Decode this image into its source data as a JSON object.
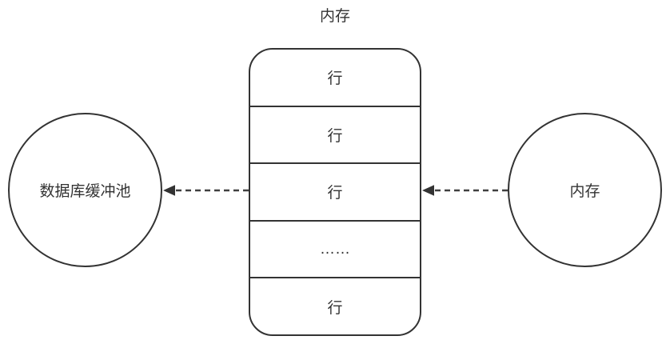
{
  "diagram": {
    "title": "内存",
    "memory_block": {
      "rows": [
        "行",
        "行",
        "行",
        "……",
        "行"
      ]
    },
    "left_circle": {
      "label": "数据库缓冲池"
    },
    "right_circle": {
      "label": "内存"
    },
    "arrows": [
      {
        "name": "memory-block-to-buffer-pool",
        "from": "memory-block",
        "to": "数据库缓冲池",
        "style": "dashed",
        "direction": "left"
      },
      {
        "name": "memory-to-memory-block",
        "from": "内存",
        "to": "memory-block",
        "style": "dashed",
        "direction": "left"
      }
    ],
    "colors": {
      "stroke": "#333333",
      "text": "#333333",
      "arrow": "#404040",
      "background": "#ffffff"
    }
  }
}
